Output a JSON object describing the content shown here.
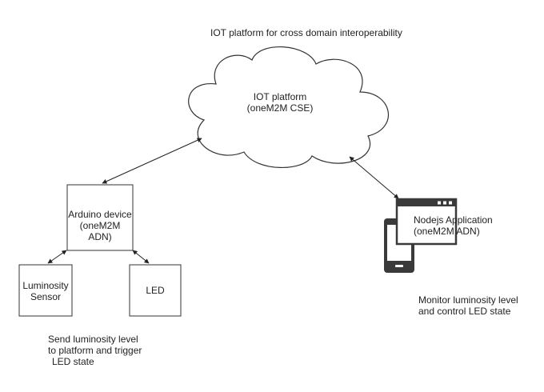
{
  "diagram": {
    "title": "IOT platform for cross domain interoperability",
    "cloud": {
      "line1": "IOT platform",
      "line2": "(oneM2M CSE)"
    },
    "arduino": {
      "line1": "Arduino device",
      "line2": "(oneM2M ADN)"
    },
    "sensor": {
      "line1": "Luminosity",
      "line2": "Sensor"
    },
    "led": {
      "label": "LED"
    },
    "application": {
      "line1": "Nodejs  Application",
      "line2": "(oneM2M ADN)",
      "icon": "mobile-desktop-icon"
    },
    "notes": {
      "device_note_line1": "Send luminosity level",
      "device_note_line2": "to  platform and trigger",
      "device_note_line3": "LED state",
      "app_note_line1": "Monitor luminosity level",
      "app_note_line2": "and control LED state"
    },
    "colors": {
      "stroke": "#333333",
      "icon": "#3a3a3a",
      "fill": "#ffffff"
    }
  }
}
